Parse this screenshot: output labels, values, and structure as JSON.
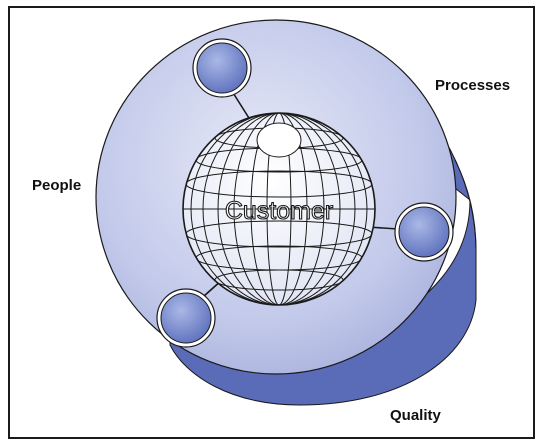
{
  "diagram": {
    "center_label": "Customer",
    "outer_labels": {
      "processes": "Processes",
      "people": "People",
      "quality": "Quality"
    },
    "colors": {
      "disc_face": "#b9c0e4",
      "disc_side": "#5a6cb8",
      "node_fill": "#6f82c6",
      "globe_fill": "#ffffff",
      "outline": "#1a1a1a"
    }
  }
}
